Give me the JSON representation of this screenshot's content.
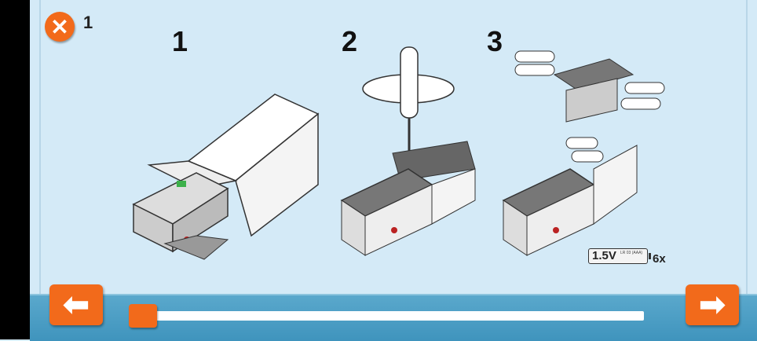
{
  "header": {
    "page_number": "1",
    "close_icon": "close-x-icon"
  },
  "steps": [
    {
      "number": "1"
    },
    {
      "number": "2"
    },
    {
      "number": "3"
    }
  ],
  "battery": {
    "voltage": "1.5V",
    "type": "LR 03 (AAA)",
    "quantity": "6x"
  },
  "navigation": {
    "prev_icon": "arrow-left-icon",
    "next_icon": "arrow-right-icon",
    "progress": 0.0
  },
  "colors": {
    "accent": "#f26a1b",
    "background": "#d4eaf7",
    "bottom_bar": "#4a9fc4"
  }
}
